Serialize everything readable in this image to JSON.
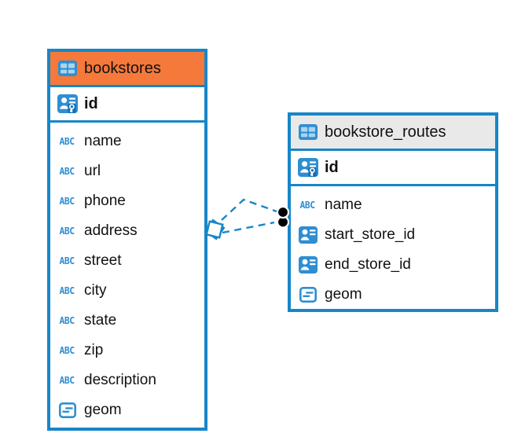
{
  "diagram": {
    "tables": [
      {
        "title": "bookstores",
        "header_color": "#f5793b",
        "columns": [
          {
            "label": "id",
            "type": "primary-key"
          },
          {
            "label": "name",
            "type": "text"
          },
          {
            "label": "url",
            "type": "text"
          },
          {
            "label": "phone",
            "type": "text"
          },
          {
            "label": "address",
            "type": "text"
          },
          {
            "label": "street",
            "type": "text"
          },
          {
            "label": "city",
            "type": "text"
          },
          {
            "label": "state",
            "type": "text"
          },
          {
            "label": "zip",
            "type": "text"
          },
          {
            "label": "description",
            "type": "text"
          },
          {
            "label": "geom",
            "type": "geometry"
          }
        ]
      },
      {
        "title": "bookstore_routes",
        "header_color": "#e9e9e9",
        "columns": [
          {
            "label": "id",
            "type": "primary-key"
          },
          {
            "label": "name",
            "type": "text"
          },
          {
            "label": "start_store_id",
            "type": "reference"
          },
          {
            "label": "end_store_id",
            "type": "reference"
          },
          {
            "label": "geom",
            "type": "geometry"
          }
        ]
      }
    ],
    "relationships": [
      {
        "from_table": "bookstores",
        "to_table": "bookstore_routes",
        "style": "dashed",
        "from_marker": "diamond",
        "to_marker": "black-dot"
      },
      {
        "from_table": "bookstores",
        "to_table": "bookstore_routes",
        "style": "dashed",
        "from_marker": "diamond",
        "to_marker": "black-dot"
      }
    ],
    "icons": {
      "text_glyph": "ABC"
    },
    "colors": {
      "table_border": "#1786c8",
      "icon_blue": "#2f8ed2",
      "bookstores_header": "#f5793b",
      "routes_header": "#e9e9e9",
      "text": "#111111",
      "background": "#ffffff"
    }
  }
}
